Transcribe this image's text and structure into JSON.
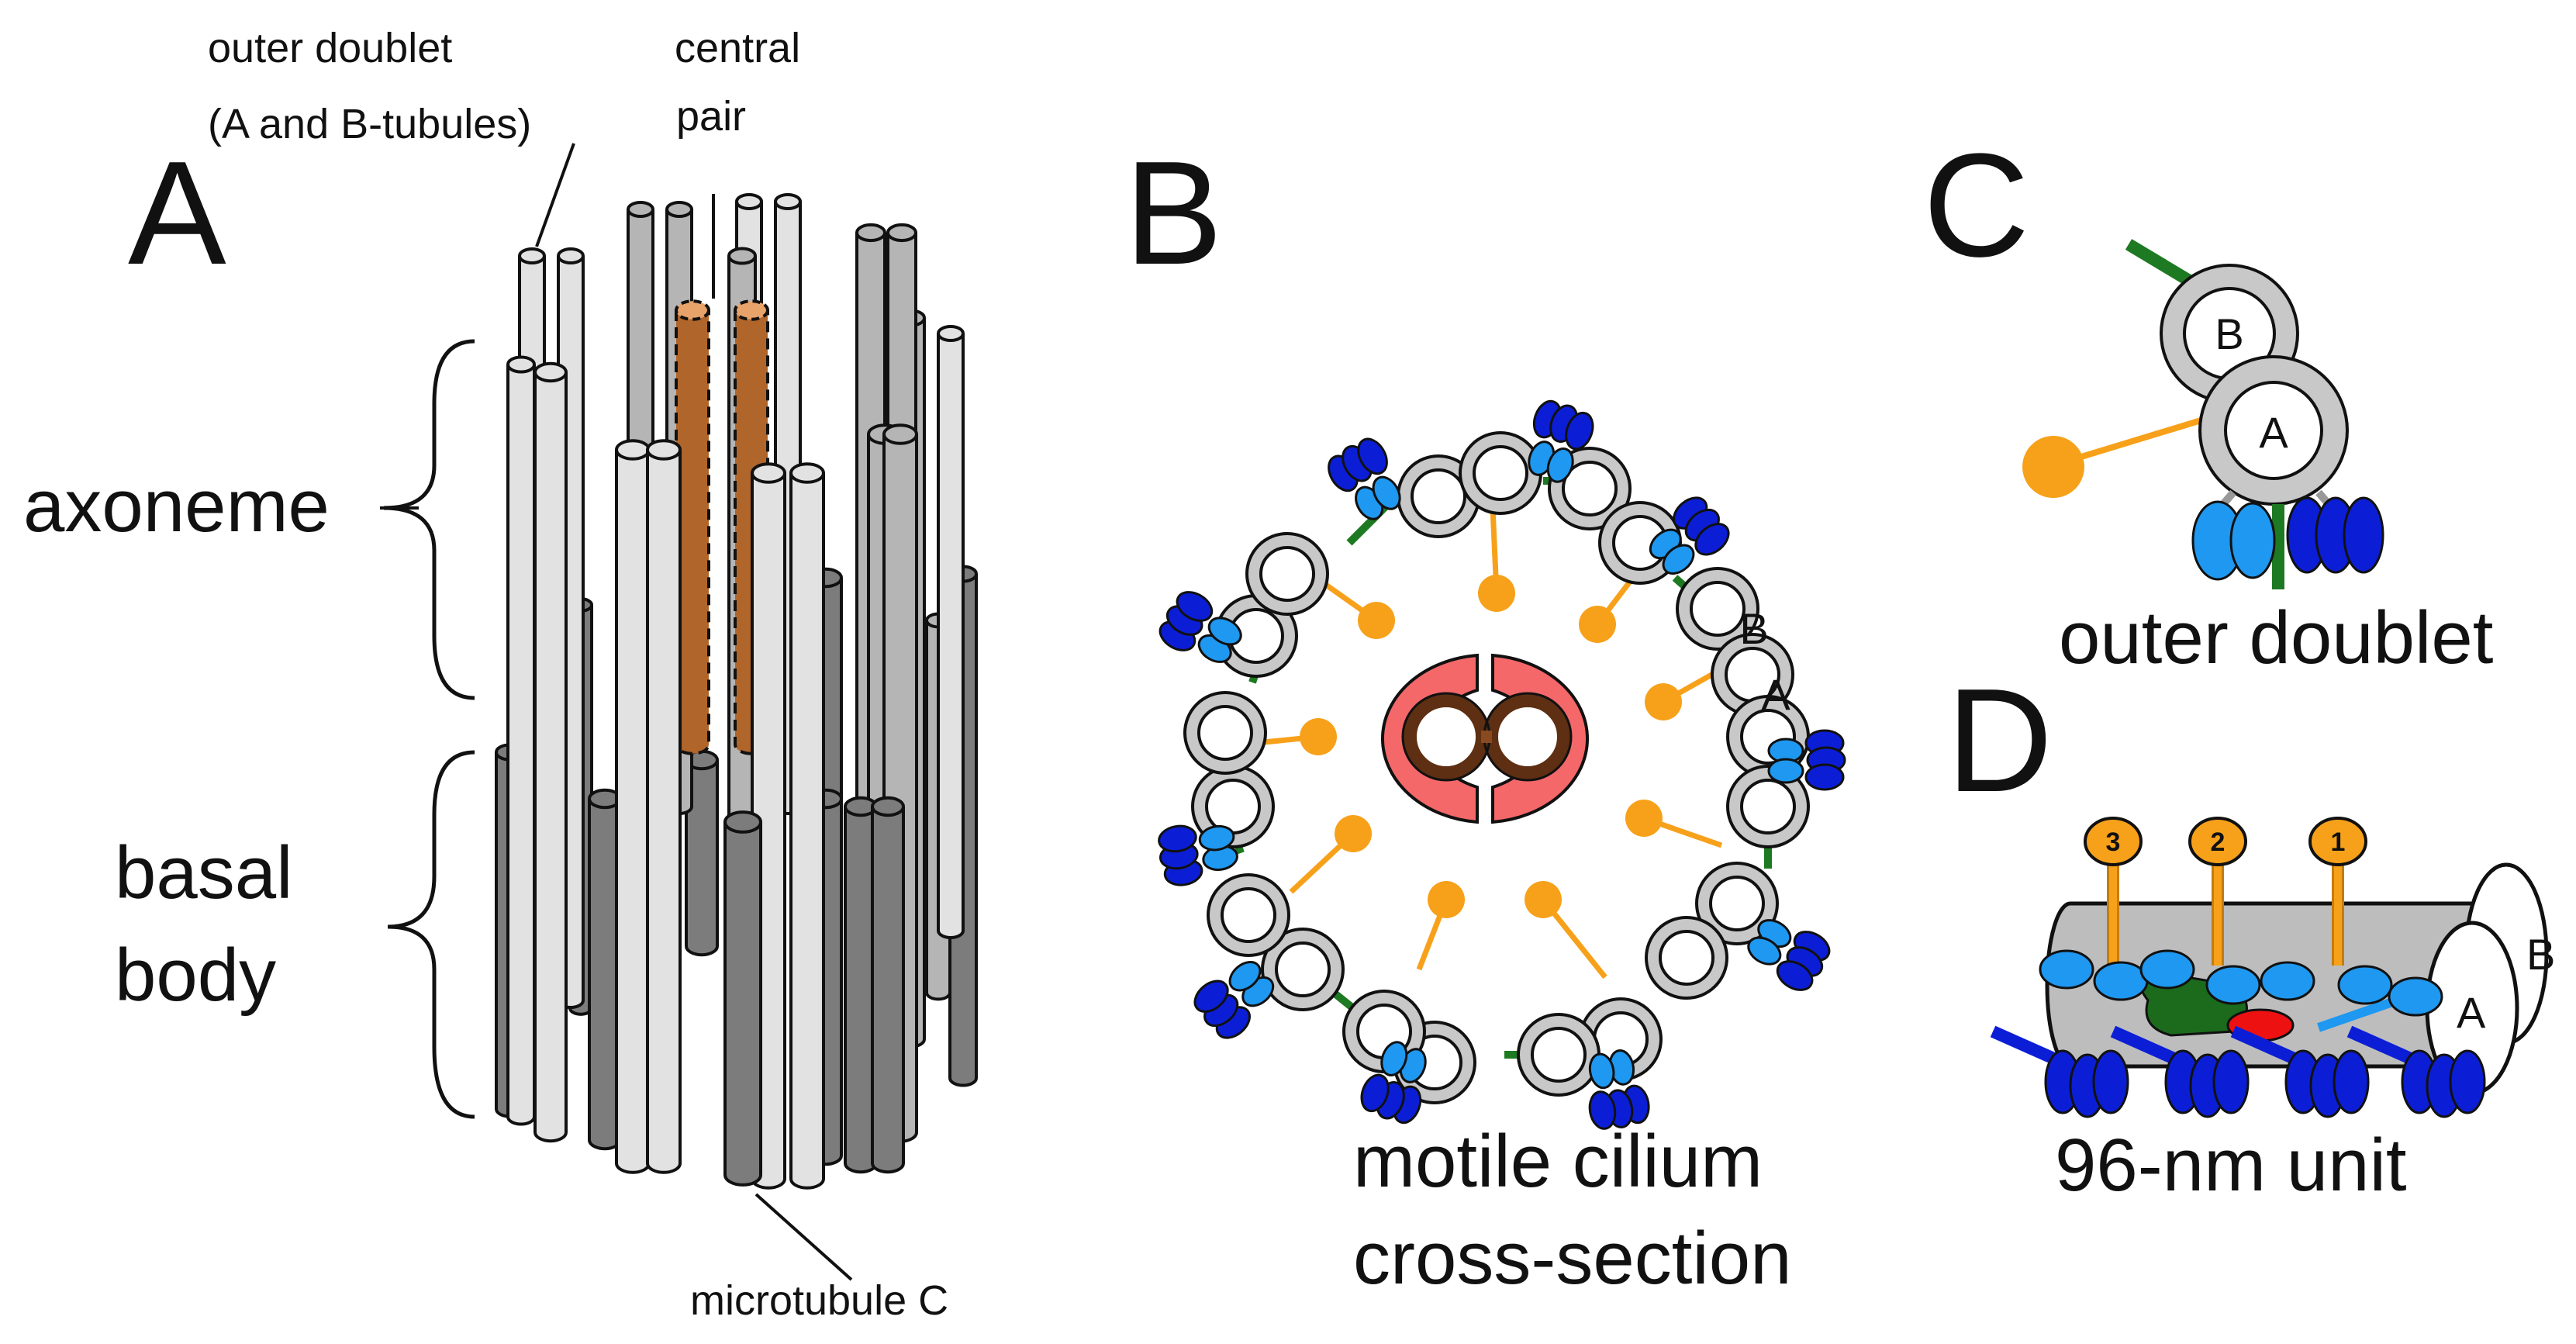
{
  "panels": {
    "a": {
      "letter": "A",
      "label_outer_doublet_1": "outer doublet",
      "label_outer_doublet_2": "(A and B-tubules)",
      "label_central_1": "central",
      "label_central_2": "pair",
      "label_axoneme": "axoneme",
      "label_basal_1": "basal",
      "label_basal_2": "body",
      "label_microtubule_c": "microtubule C"
    },
    "b": {
      "letter": "B",
      "tubule_b": "B",
      "tubule_a": "A",
      "caption_1": "motile cilium",
      "caption_2": "cross-section"
    },
    "c": {
      "letter": "C",
      "tubule_b": "B",
      "tubule_a": "A",
      "caption": "outer doublet"
    },
    "d": {
      "letter": "D",
      "spoke_3": "3",
      "spoke_2": "2",
      "spoke_1": "1",
      "tubule_b": "B",
      "tubule_a": "A",
      "caption": "96-nm unit"
    }
  },
  "colors": {
    "outline": "#111111",
    "tubule_light": "#e2e2e2",
    "tubule_mid": "#b5b5b5",
    "tubule_dark": "#7c7c7c",
    "central_pair": "#b0652a",
    "central_sheath": "#f4686a",
    "central_ring": "#5e2f12",
    "radial_spoke": "#f7a11a",
    "nexin_link": "#1e7a22",
    "inner_dynein": "#1e98f0",
    "outer_dynein": "#0b1ed6",
    "doublet_ring": "#c8c8c8",
    "red_complex": "#ee1111",
    "dark_green_complex": "#1c6a1c"
  }
}
